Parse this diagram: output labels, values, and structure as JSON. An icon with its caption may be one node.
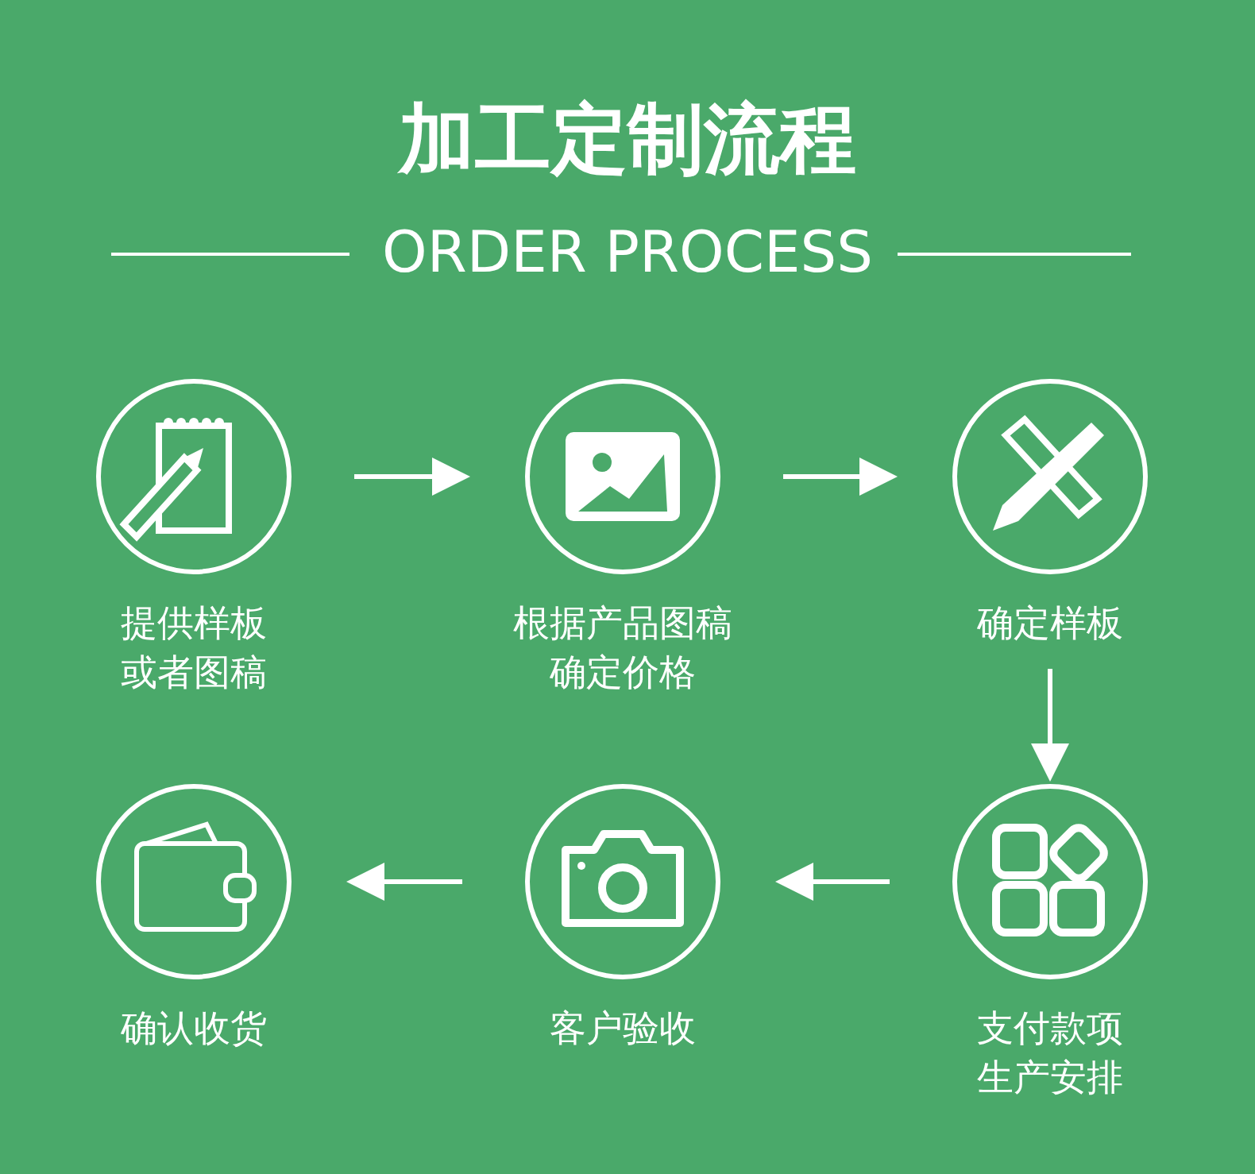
{
  "diagram": {
    "title": "加工定制流程",
    "labels": [
      "ORDER PROCESS"
    ],
    "nodes": [
      {
        "text": [
          "提供样板或者图稿"
        ]
      },
      {
        "text": [
          "根据产品图稿确定价格"
        ]
      },
      {
        "text": [
          "确定样板"
        ]
      },
      {
        "text": [
          "确认收货"
        ]
      },
      {
        "text": [
          "客户验收"
        ]
      },
      {
        "text": [
          "支付款项生产安排"
        ]
      }
    ],
    "edges": [
      {
        "from": 0,
        "to": 1,
        "arrow": "to"
      },
      {
        "from": 1,
        "to": 2,
        "arrow": "to"
      },
      {
        "from": 2,
        "to": 5,
        "arrow": "to"
      },
      {
        "from": 5,
        "to": 4,
        "arrow": "to"
      },
      {
        "from": 4,
        "to": 3,
        "arrow": "to"
      }
    ]
  }
}
